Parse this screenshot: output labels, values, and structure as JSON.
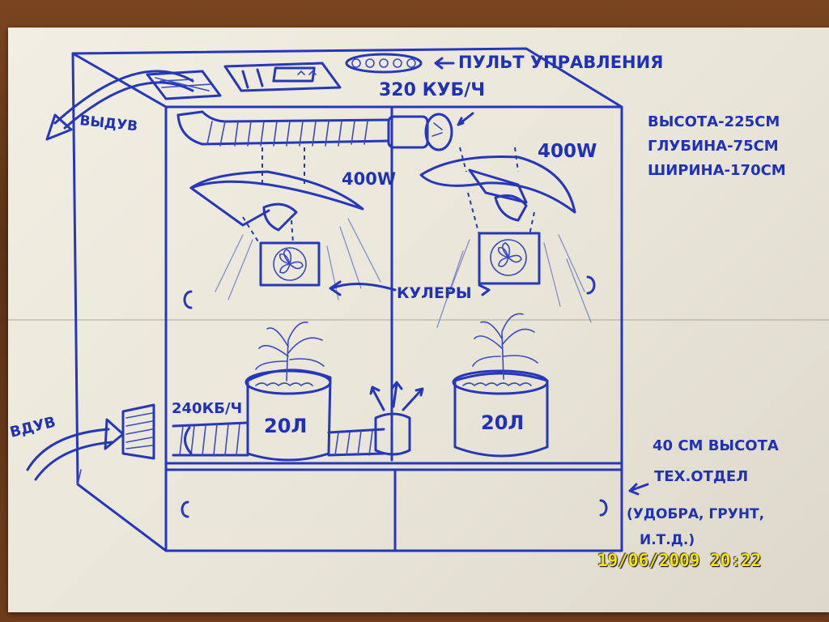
{
  "labels": {
    "control_panel": "ПУЛЬТ УПРАВЛЕНИЯ",
    "exhaust_rate": "320 КУБ/Ч",
    "exhaust": "ВЫДУВ",
    "intake": "ВДУВ",
    "intake_rate": "240КБ/Ч",
    "lamp_left": "400W",
    "lamp_right": "400W",
    "coolers": "КУЛЕРЫ",
    "pot_left": "20Л",
    "pot_right": "20Л"
  },
  "dimensions": {
    "height": "ВЫСОТА-225СМ",
    "depth": "ГЛУБИНА-75СМ",
    "width": "ШИРИНА-170СМ"
  },
  "tech_section": {
    "line1": "40 СМ ВЫСОТА",
    "line2": "ТЕХ.ОТДЕЛ",
    "line3": "(УДОБРА, ГРУНТ,",
    "line4": "И.Т.Д.)"
  },
  "timestamp": "19/06/2009 20:22",
  "colors": {
    "ink": "#2637b8",
    "paper": "#ece9dd",
    "stamp": "#f5e312"
  }
}
